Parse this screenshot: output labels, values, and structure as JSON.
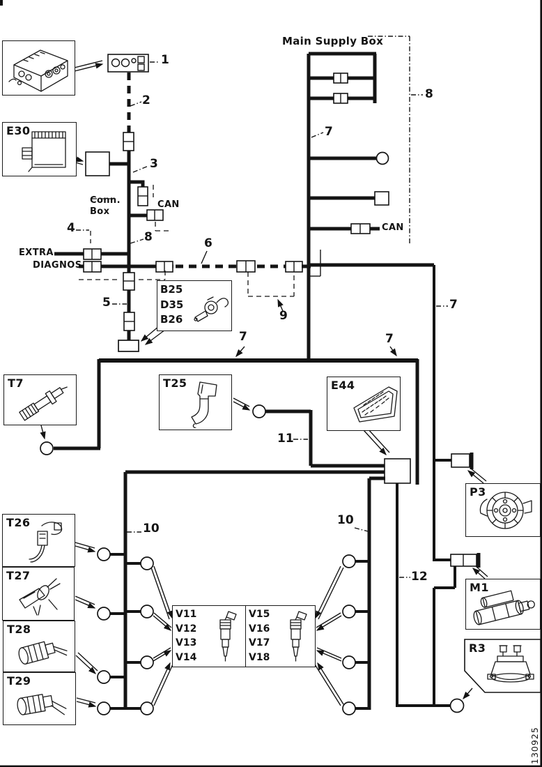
{
  "figure_number": "130925",
  "section_labels": {
    "main_supply_box": "Main Supply Box",
    "conn_box_line1": "Conn.",
    "conn_box_line2": "Box",
    "can_upper": "CAN",
    "can_right": "CAN",
    "extra": "EXTRA",
    "diagnos": "DIAGNOS"
  },
  "callouts": {
    "c1": "1",
    "c2": "2",
    "c3": "3",
    "c4": "4",
    "c5": "5",
    "c6": "6",
    "c7": "7",
    "c8": "8",
    "c9": "9",
    "c10": "10",
    "c11": "11",
    "c12": "12"
  },
  "components": {
    "e30": "E30",
    "b25": "B25",
    "d35": "D35",
    "b26": "B26",
    "t7": "T7",
    "t25": "T25",
    "e44": "E44",
    "t26": "T26",
    "t27": "T27",
    "t28": "T28",
    "t29": "T29",
    "p3": "P3",
    "m1": "M1",
    "r3": "R3"
  },
  "valves": {
    "left": [
      "V11",
      "V12",
      "V13",
      "V14"
    ],
    "right": [
      "V15",
      "V16",
      "V17",
      "V18"
    ]
  }
}
